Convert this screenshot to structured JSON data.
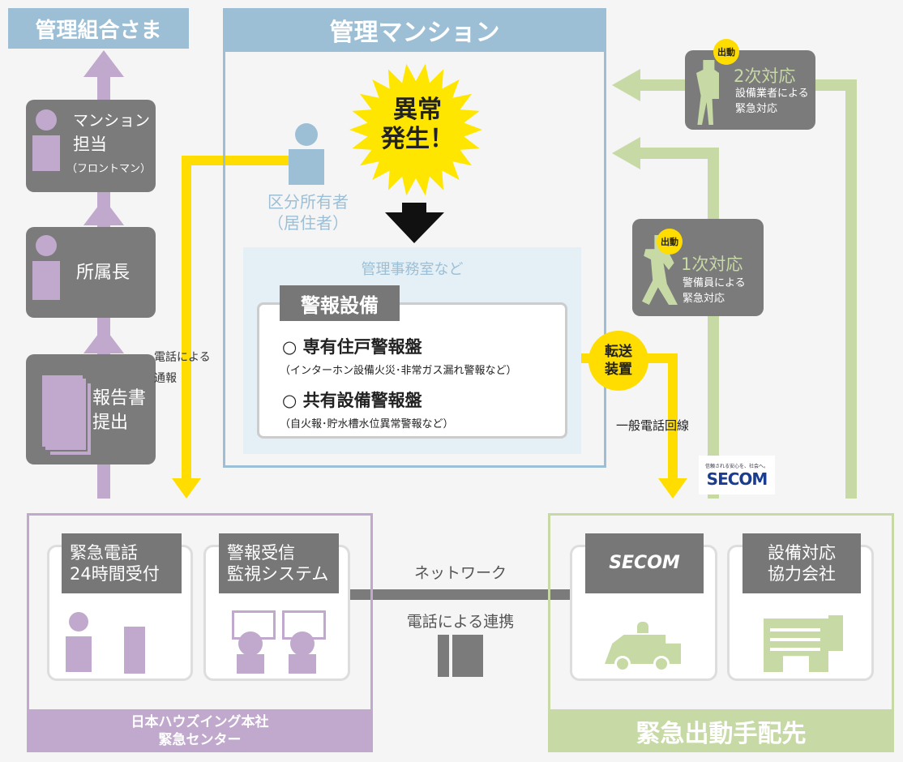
{
  "left_column": {
    "title": "管理組合さま",
    "items": [
      {
        "line1": "マンション",
        "line2": "担当",
        "line3": "（フロントマン）"
      },
      {
        "line1": "所属長"
      },
      {
        "line1": "報告書",
        "line2": "提出"
      }
    ]
  },
  "mansion": {
    "title": "管理マンション",
    "alert_line1": "異常",
    "alert_line2": "発生！",
    "owner_line1": "区分所有者",
    "owner_line2": "（居住者）",
    "office_label": "管理事務室など",
    "equipment_label": "警報設備",
    "panels": [
      {
        "name": "○ 専有住戸警報盤",
        "note": "（インターホン設備火災･非常ガス漏れ警報など）"
      },
      {
        "name": "○ 共有設備警報盤",
        "note": "（自火報･貯水槽水位異常警報など）"
      }
    ]
  },
  "phone_report": {
    "line1": "電話による",
    "line2": "通報"
  },
  "transfer": {
    "line1": "転送",
    "line2": "装置"
  },
  "general_line": "一般電話回線",
  "secom_logo": {
    "tagline": "信頼される安心を、社会へ。",
    "name": "SECOM"
  },
  "response2": {
    "badge": "出動",
    "title": "2次対応",
    "line1": "設備業者による",
    "line2": "緊急対応"
  },
  "response1": {
    "badge": "出動",
    "title": "1次対応",
    "line1": "警備員による",
    "line2": "緊急対応"
  },
  "center": {
    "footer_line1": "日本ハウズイング本社",
    "footer_line2": "緊急センター",
    "cards": [
      {
        "line1": "緊急電話",
        "line2": "24時間受付"
      },
      {
        "line1": "警報受信",
        "line2": "監視システム"
      }
    ]
  },
  "link": {
    "network": "ネットワーク",
    "phone": "電話による連携"
  },
  "dispatch": {
    "footer": "緊急出動手配先",
    "cards": [
      {
        "line1": "SECOM"
      },
      {
        "line1": "設備対応",
        "line2": "協力会社"
      }
    ]
  },
  "colors": {
    "blue": "#9dbfd5",
    "purple": "#c0a9cc",
    "green": "#c7d9a5",
    "yellow": "#ffdd00",
    "gray": "#7b7b7b"
  }
}
